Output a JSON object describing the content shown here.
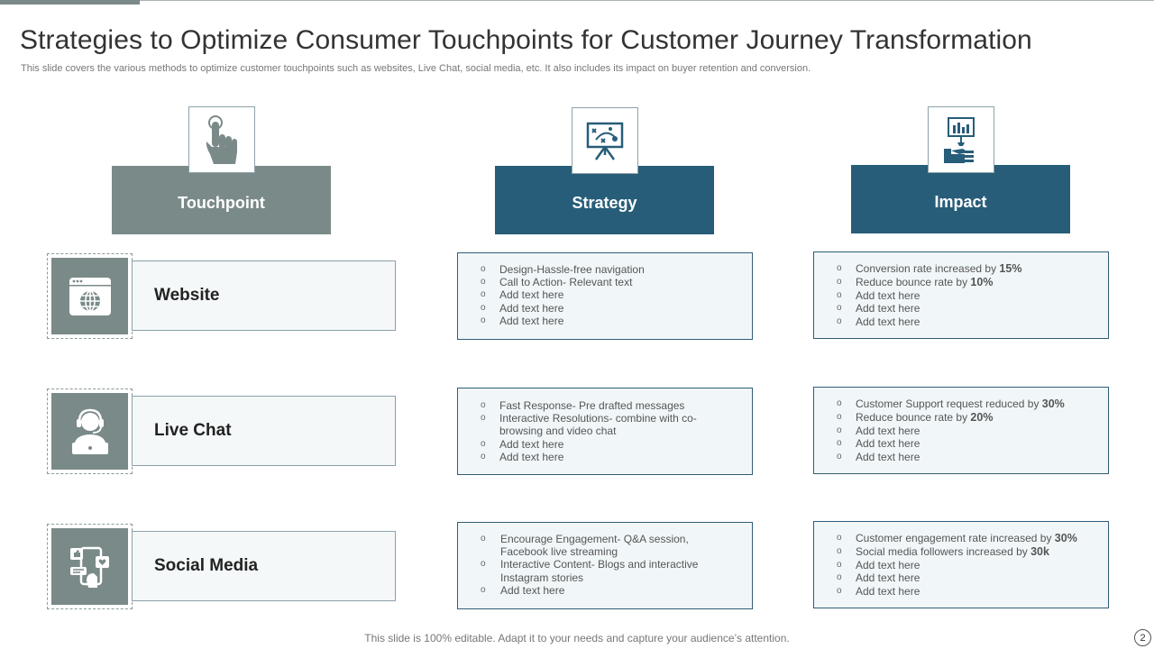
{
  "title": "Strategies to Optimize Consumer Touchpoints for Customer Journey Transformation",
  "subtitle": "This slide covers the various methods to optimize customer touchpoints such as websites, Live Chat, social media, etc. It also includes its impact on buyer retention and conversion.",
  "headers": {
    "touchpoint": "Touchpoint",
    "strategy": "Strategy",
    "impact": "Impact"
  },
  "rows": [
    {
      "touchpoint": "Website",
      "icon": "browser-globe-icon",
      "strategy": [
        "Design-Hassle-free navigation",
        "Call to Action- Relevant text",
        "Add text here",
        "Add text here",
        "Add text here"
      ],
      "impact": [
        {
          "text": "Conversion rate increased by ",
          "value": "15%"
        },
        {
          "text": "Reduce bounce rate by ",
          "value": "10%"
        },
        {
          "text": "Add text here",
          "value": ""
        },
        {
          "text": "Add text here",
          "value": ""
        },
        {
          "text": "Add text here",
          "value": ""
        }
      ]
    },
    {
      "touchpoint": "Live Chat",
      "icon": "support-agent-icon",
      "strategy": [
        "Fast Response- Pre drafted messages",
        "Interactive Resolutions- combine with co-browsing and video chat",
        "Add text here",
        "Add text here"
      ],
      "impact": [
        {
          "text": "Customer Support request reduced by ",
          "value": "30%"
        },
        {
          "text": "Reduce bounce rate by ",
          "value": "20%"
        },
        {
          "text": "Add text here",
          "value": ""
        },
        {
          "text": "Add text here",
          "value": ""
        },
        {
          "text": "Add text here",
          "value": ""
        }
      ]
    },
    {
      "touchpoint": "Social Media",
      "icon": "social-phone-icon",
      "strategy": [
        "Encourage Engagement- Q&A session, Facebook live streaming",
        "Interactive Content- Blogs and interactive Instagram stories",
        "Add text here"
      ],
      "impact": [
        {
          "text": "Customer engagement rate increased by ",
          "value": "30%"
        },
        {
          "text": "Social media followers increased by ",
          "value": "30k"
        },
        {
          "text": "Add text here",
          "value": ""
        },
        {
          "text": "Add text here",
          "value": ""
        },
        {
          "text": "Add text here",
          "value": ""
        }
      ]
    }
  ],
  "footer": "This slide is 100% editable. Adapt it to your needs and capture your audience’s attention.",
  "page_number": "2",
  "colors": {
    "grey": "#7a8a89",
    "blue": "#275d78",
    "box_fill": "#f1f7f9"
  }
}
